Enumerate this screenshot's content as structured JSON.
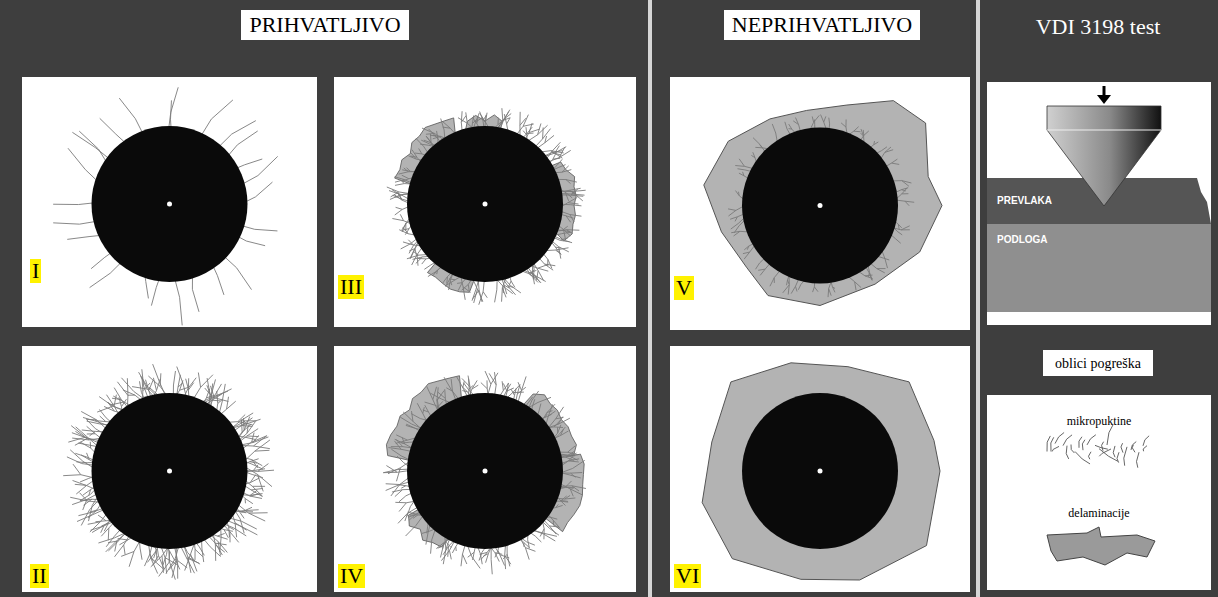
{
  "diagram": {
    "nodes": [
      {
        "text": [
          "PRIHVATLJIVO"
        ]
      },
      {
        "text": [
          "I"
        ],
        "in": 0
      },
      {
        "text": [
          "III"
        ],
        "in": 0
      },
      {
        "text": [
          "II"
        ],
        "in": 0
      },
      {
        "text": [
          "IV"
        ],
        "in": 0
      },
      {
        "text": [
          "NEPRIHVATLJIVO"
        ]
      },
      {
        "text": [
          "V"
        ],
        "in": 5
      },
      {
        "text": [
          "VI"
        ],
        "in": 5
      },
      {
        "text": [
          "VDI 3198 test"
        ]
      },
      {
        "text": [
          "PREVLAKA",
          "PODLOGA"
        ],
        "in": 8
      },
      {
        "text": [
          "oblici pogreška"
        ],
        "in": 8
      }
    ],
    "legend": [
      {
        "text": "mikropuktine"
      },
      {
        "text": "delaminacije"
      }
    ]
  }
}
